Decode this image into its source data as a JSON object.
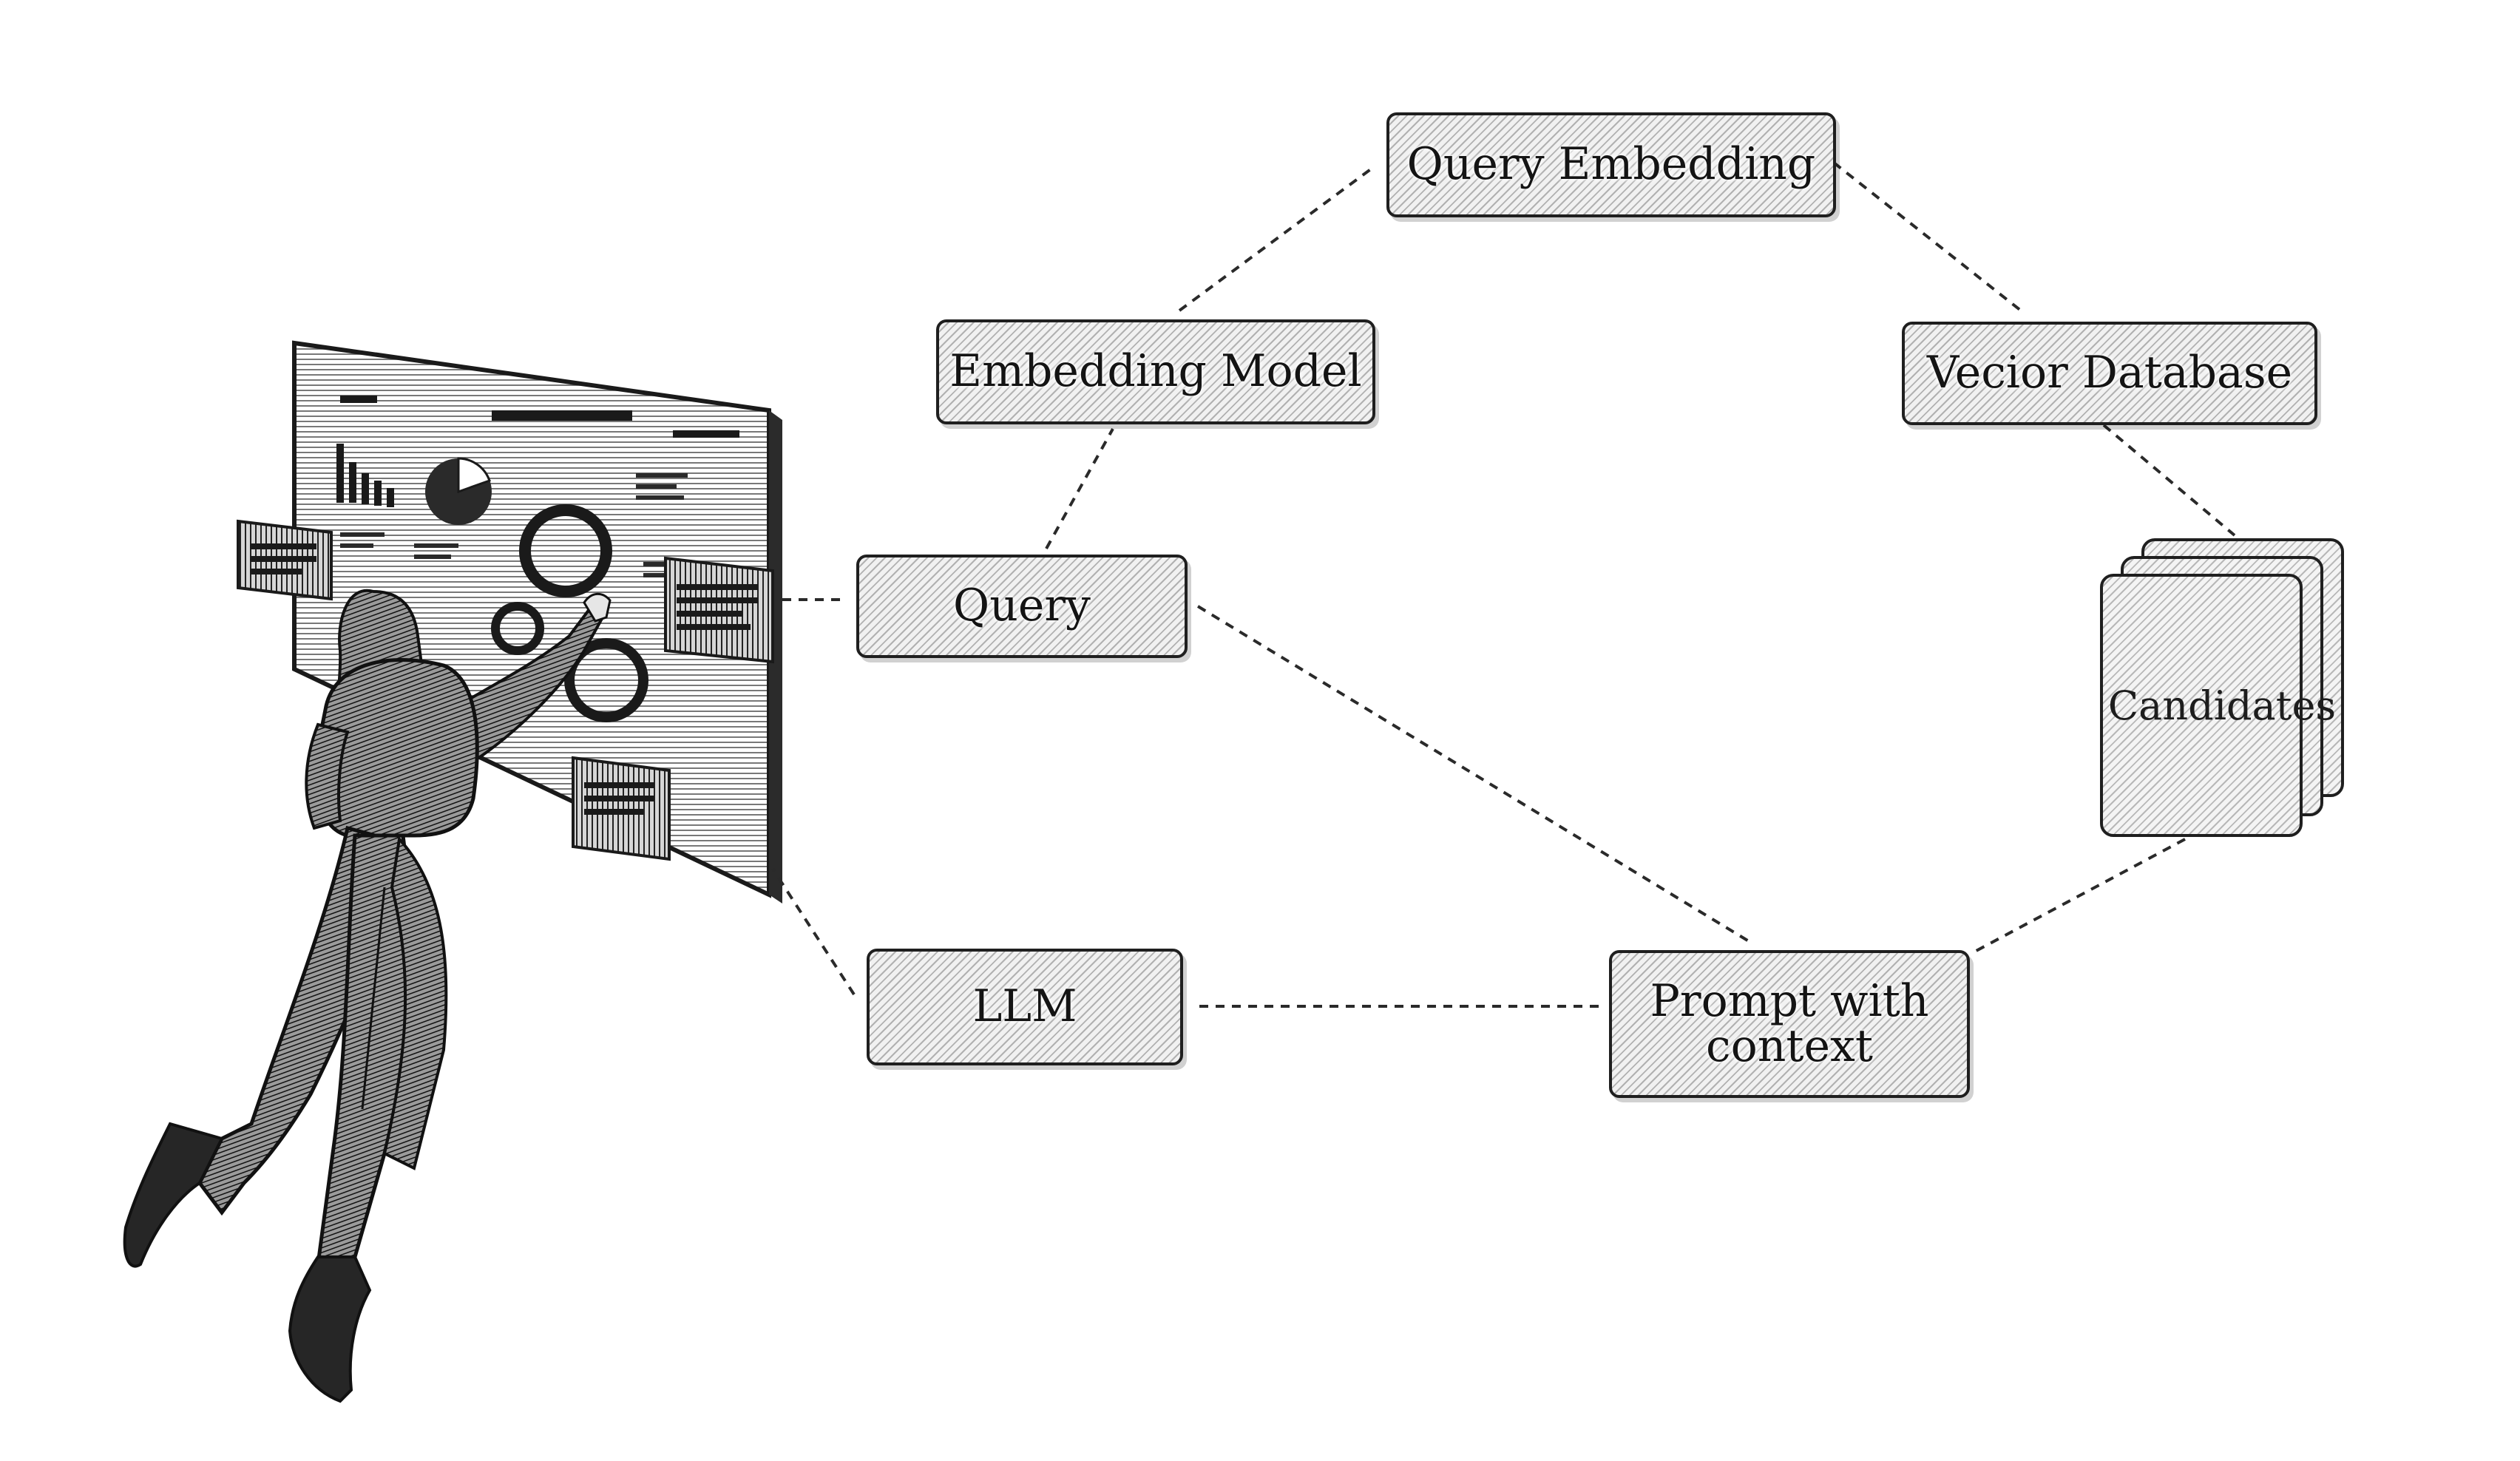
{
  "nodes": {
    "query": "Query",
    "embedding_model": "Embedding Model",
    "query_embedding": "Query Embedding",
    "vector_database": "Vecior Database",
    "candidates": "Candidates",
    "prompt_with_context": "Prompt with\ncontext",
    "llm": "LLM"
  },
  "illustration": {
    "subject": "person-at-dashboard-wall"
  },
  "colors": {
    "ink": "#1d1d1d",
    "box_fill": "#f1f1f1",
    "background": "#ffffff"
  },
  "edges": [
    {
      "from": "illustration",
      "to": "query"
    },
    {
      "from": "query",
      "to": "embedding_model"
    },
    {
      "from": "embedding_model",
      "to": "query_embedding"
    },
    {
      "from": "query_embedding",
      "to": "vector_database"
    },
    {
      "from": "vector_database",
      "to": "candidates"
    },
    {
      "from": "candidates",
      "to": "prompt_with_context"
    },
    {
      "from": "query",
      "to": "prompt_with_context"
    },
    {
      "from": "prompt_with_context",
      "to": "llm"
    },
    {
      "from": "llm",
      "to": "illustration"
    }
  ]
}
